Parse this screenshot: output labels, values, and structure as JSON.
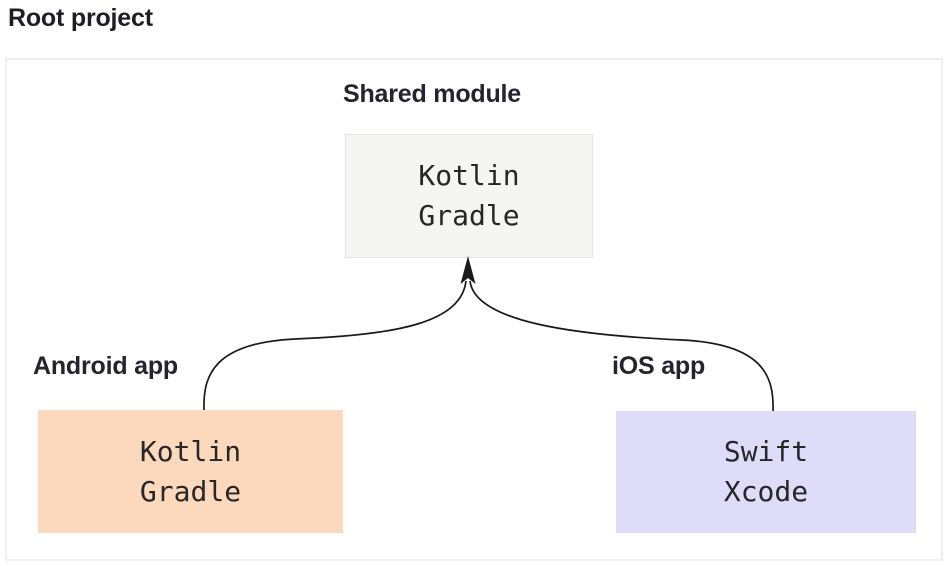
{
  "title": "Root project",
  "diagram": {
    "shared": {
      "heading": "Shared module",
      "line1": "Kotlin",
      "line2": "Gradle",
      "bg_color": "#f5f5f4",
      "border_color": "#e3e3e3"
    },
    "android": {
      "heading": "Android app",
      "line1": "Kotlin",
      "line2": "Gradle",
      "bg_color": "#fcd9bd"
    },
    "ios": {
      "heading": "iOS app",
      "line1": "Swift",
      "line2": "Xcode",
      "bg_color": "#dedcf9"
    },
    "arrow_color": "#1a1a1a",
    "container_border_color": "#efefef"
  }
}
